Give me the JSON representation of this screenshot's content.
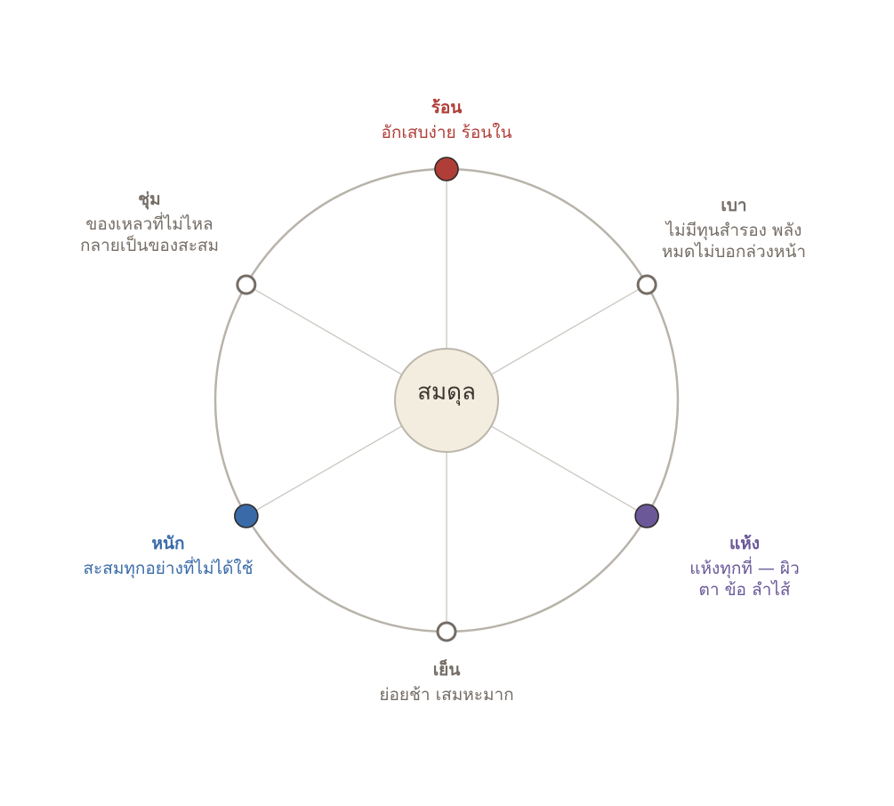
{
  "center": {
    "label": "สมดุล"
  },
  "colors": {
    "ring": "#b8b3aa",
    "spoke": "#c6c2bb",
    "center_fill": "#f3ede0",
    "center_stroke": "#bdb6aa",
    "hollow_stroke": "#756d66",
    "dark_text": "#756d66"
  },
  "nodes": [
    {
      "id": "hot",
      "title": "ร้อน",
      "lines": [
        "อักเสบง่าย ร้อนใน"
      ],
      "color": "#b03e38",
      "filled": true
    },
    {
      "id": "light",
      "title": "เบา",
      "lines": [
        "ไม่มีทุนสำรอง พลัง",
        "หมดไม่บอกล่วงหน้า"
      ],
      "color": "#756d66",
      "filled": false
    },
    {
      "id": "dry",
      "title": "แห้ง",
      "lines": [
        "แห้งทุกที่ — ผิว",
        "ตา ข้อ ลำไส้"
      ],
      "color": "#6a5899",
      "filled": true
    },
    {
      "id": "cold",
      "title": "เย็น",
      "lines": [
        "ย่อยช้า เสมหะมาก"
      ],
      "color": "#756d66",
      "filled": false
    },
    {
      "id": "heavy",
      "title": "หนัก",
      "lines": [
        "สะสมทุกอย่างที่ไม่ได้ใช้"
      ],
      "color": "#3a6ba8",
      "filled": true
    },
    {
      "id": "damp",
      "title": "ชุ่ม",
      "lines": [
        "ของเหลวที่ไม่ไหล",
        "กลายเป็นของสะสม"
      ],
      "color": "#756d66",
      "filled": false
    }
  ]
}
